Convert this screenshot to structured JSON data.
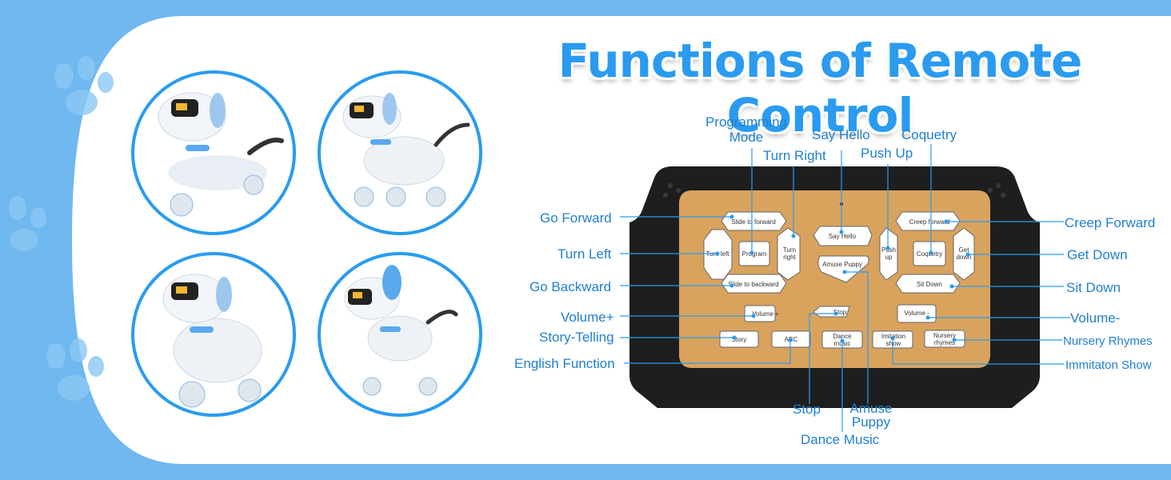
{
  "title": "Functions of Remote Control",
  "colors": {
    "accent": "#2a9bf0",
    "background": "#6fb8f0",
    "remote_body": "#1e1e1e",
    "remote_panel": "#d9a35e"
  },
  "remote_buttons": {
    "slide_forward": "Slide to forward",
    "turn_left": "Turn left",
    "program": "Program",
    "turn_right": "Turn right",
    "slide_backward": "Slide to backward",
    "say_hello": "Say Hello",
    "amuse_puppy": "Amuse Puppy",
    "creep_forward": "Creep forward",
    "push_up": "Push up",
    "coquetry": "Coquetry",
    "get_down": "Get down",
    "sit_down": "Sit Down",
    "volume_plus": "Volume +",
    "stop": "Stop",
    "volume_minus": "Volume -",
    "story": "Story",
    "abc": "ABC",
    "dance_music": "Dance music",
    "imitation_show": "Imitation show",
    "nursery_rhymes": "Nursery rhymes"
  },
  "callouts": {
    "programming_mode": "Programming Mode",
    "say_hello": "Say Hello",
    "coquetry": "Coquetry",
    "turn_right": "Turn Right",
    "push_up": "Push Up",
    "go_forward": "Go  Forward",
    "turn_left": "Turn  Left",
    "go_backward": "Go  Backward",
    "volume_plus": "Volume+",
    "story_telling": "Story-Telling",
    "english_function": "English Function",
    "creep_forward": "Creep Forward",
    "get_down": "Get Down",
    "sit_down": "Sit Down",
    "volume_minus": "Volume-",
    "nursery_rhymes": "Nursery Rhymes",
    "imitation_show": "Immitaton Show",
    "stop": "Stop",
    "amuse_puppy": "Amuse Puppy",
    "dance_music": "Dance Music"
  },
  "photos": [
    "robot-dog-crouching",
    "robot-dog-walking",
    "robot-dog-sitting",
    "robot-dog-standing"
  ]
}
